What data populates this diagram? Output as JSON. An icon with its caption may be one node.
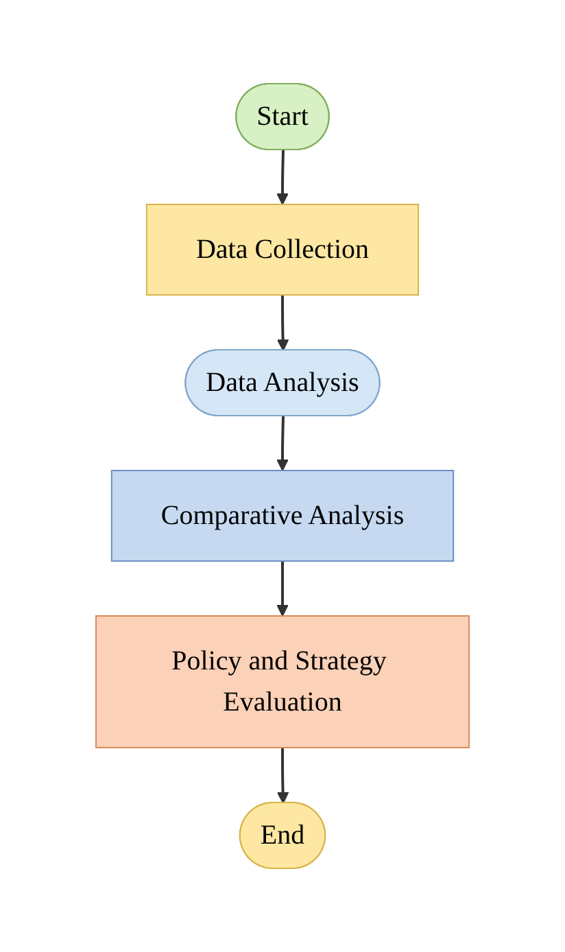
{
  "diagram": {
    "nodes": [
      {
        "text": [
          "Start"
        ]
      },
      {
        "text": [
          "Data Collection"
        ]
      },
      {
        "text": [
          "Data Analysis"
        ]
      },
      {
        "text": [
          "Comparative Analysis"
        ]
      },
      {
        "text": [
          "Policy and Strategy Evaluation"
        ]
      },
      {
        "text": [
          "End"
        ]
      }
    ],
    "edges": [
      {
        "from": 0,
        "to": 1,
        "arrow": "to"
      },
      {
        "from": 1,
        "to": 2,
        "arrow": "to"
      },
      {
        "from": 2,
        "to": 3,
        "arrow": "to"
      },
      {
        "from": 3,
        "to": 4,
        "arrow": "to"
      },
      {
        "from": 4,
        "to": 5,
        "arrow": "to"
      }
    ]
  }
}
